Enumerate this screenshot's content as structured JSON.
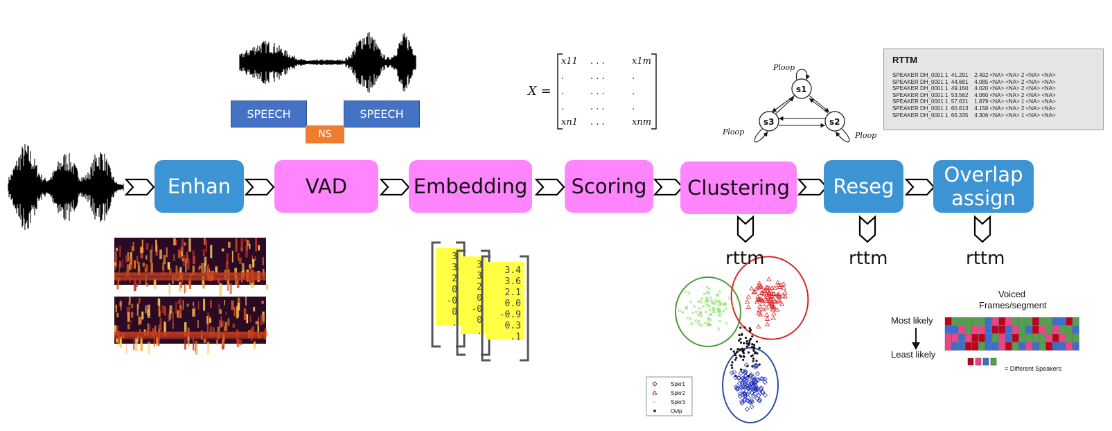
{
  "pipeline": {
    "stages": [
      {
        "label": "Enhan",
        "kind": "blue"
      },
      {
        "label": "VAD",
        "kind": "pink"
      },
      {
        "label": "Embedding",
        "kind": "pink"
      },
      {
        "label": "Scoring",
        "kind": "pink"
      },
      {
        "label": "Clustering",
        "kind": "pink"
      },
      {
        "label": "Reseg",
        "kind": "blue"
      },
      {
        "label": "Overlap assign",
        "kind": "blue"
      }
    ],
    "outputs": [
      "rttm",
      "rttm",
      "rttm"
    ]
  },
  "vad_annotation": {
    "speech_label_1": "SPEECH",
    "speech_label_2": "SPEECH",
    "ns_label": "NS"
  },
  "matrix": {
    "lhs": "X =",
    "cells": [
      [
        "x11",
        ". . .",
        "x1m"
      ],
      [
        ".",
        ". . .",
        "."
      ],
      [
        ".",
        ". . .",
        "."
      ],
      [
        ".",
        ". . .",
        "."
      ],
      [
        "xn1",
        ". . .",
        "xnm"
      ]
    ]
  },
  "hmm": {
    "states": [
      "s1",
      "s2",
      "s3"
    ],
    "loop_label": "Ploop"
  },
  "rttm_panel": {
    "title": "RTTM",
    "lines": [
      "SPEAKER DH_0001 1  41.291    2.492 <NA> <NA> 2 <NA> <NA>",
      "SPEAKER DH_0001 1  44.681    4.085 <NA> <NA> 2 <NA> <NA>",
      "SPEAKER DH_0001 1  49.150    4.020 <NA> <NA> 2 <NA> <NA>",
      "SPEAKER DH_0001 1  53.562    4.060 <NA> <NA> 2 <NA> <NA>",
      "SPEAKER DH_0001 1  57.631    1.879 <NA> <NA> 1 <NA> <NA>",
      "SPEAKER DH_0001 1  60.613    4.158 <NA> <NA> 2 <NA> <NA>",
      "SPEAKER DH_0001 1  65.335    4.306 <NA> <NA> 1 <NA> <NA>"
    ]
  },
  "embedding_vectors": {
    "front": [
      "3.4",
      "3.6",
      "2.1",
      "0.0",
      "-0.9",
      "0.3",
      ".1"
    ],
    "middle": [
      "3",
      "3",
      "2",
      "0",
      "-0",
      "0",
      "."
    ],
    "back": [
      "3",
      "3",
      "2",
      "0",
      "-0",
      "0",
      "."
    ]
  },
  "scatter_legend": [
    "Spkr1",
    "Spkr2",
    "Spkr3",
    "Ovlp"
  ],
  "overlap_panel": {
    "title_line1": "Voiced",
    "title_line2": "Frames/segment",
    "most_likely": "Most likely",
    "least_likely": "Least likely",
    "footnote": "= Different Speakers"
  },
  "colors": {
    "stage_blue": "#3d94d4",
    "stage_pink": "#ff85ff",
    "speech_box": "#4472c4",
    "ns_box": "#ed7d31",
    "spk1": "#2233bb",
    "spk2": "#dd2222",
    "spk3": "#66cc44",
    "grid_red": "#c0001a",
    "grid_pink": "#ee4488",
    "grid_blue": "#3a6fd0",
    "grid_green": "#55a050",
    "vector_fill": "#ffff44"
  }
}
